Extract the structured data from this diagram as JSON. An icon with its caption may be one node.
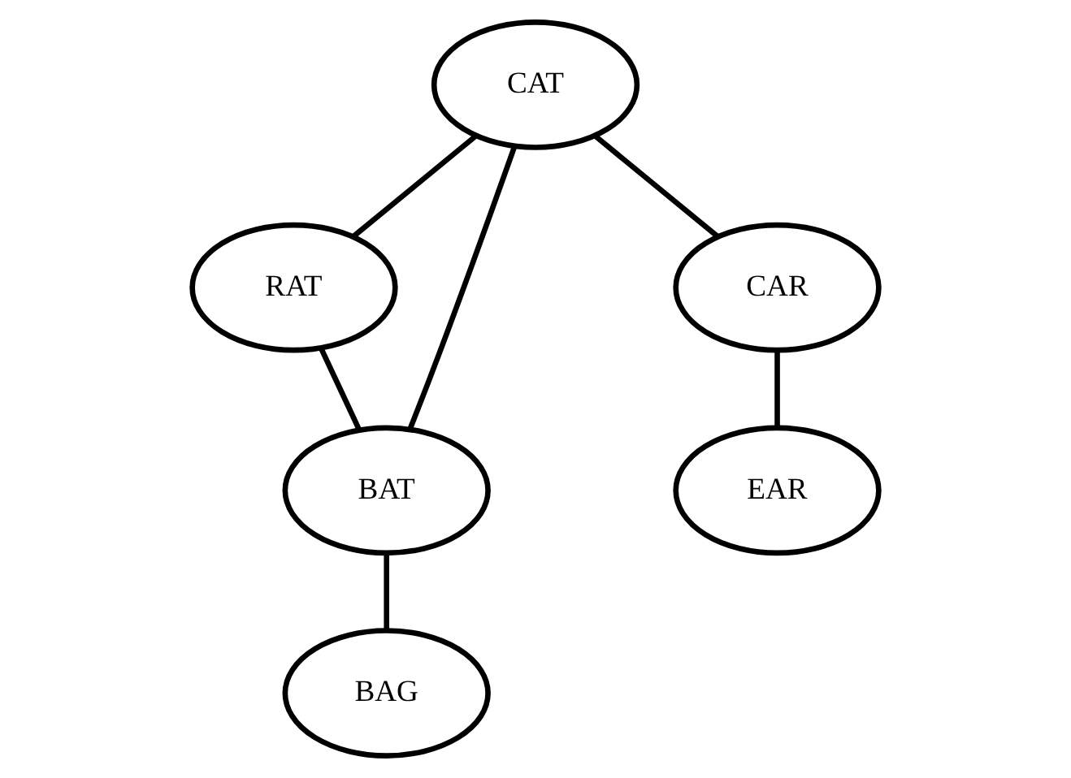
{
  "diagram": {
    "nodes": [
      {
        "text": [
          "CAT"
        ]
      },
      {
        "text": [
          "RAT"
        ]
      },
      {
        "text": [
          "CAR"
        ]
      },
      {
        "text": [
          "BAT"
        ]
      },
      {
        "text": [
          "EAR"
        ]
      },
      {
        "text": [
          "BAG"
        ]
      }
    ],
    "edges": [
      {
        "from": 0,
        "to": 1,
        "arrow": "none"
      },
      {
        "from": 0,
        "to": 3,
        "arrow": "none"
      },
      {
        "from": 0,
        "to": 2,
        "arrow": "none"
      },
      {
        "from": 1,
        "to": 3,
        "arrow": "none"
      },
      {
        "from": 3,
        "to": 5,
        "arrow": "none"
      },
      {
        "from": 2,
        "to": 4,
        "arrow": "none"
      }
    ]
  }
}
